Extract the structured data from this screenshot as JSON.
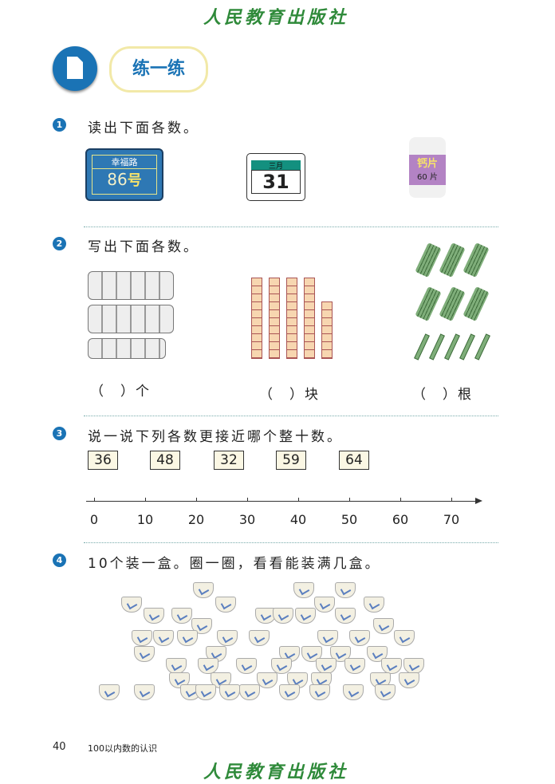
{
  "publisher": "人民教育出版社",
  "section": {
    "icon": "document-icon",
    "title": "练一练"
  },
  "q1": {
    "num": "1",
    "text": "读出下面各数。",
    "sign_top": "幸福路",
    "sign_num": "86",
    "sign_suffix": "号",
    "cal_month": "三月",
    "cal_day": "31",
    "bottle_label": "钙片",
    "bottle_count": "60 片"
  },
  "q2": {
    "num": "2",
    "text": "写出下面各数。",
    "blanks": [
      "（　）个",
      "（　）块",
      "（　）根"
    ]
  },
  "q3": {
    "num": "3",
    "text": "说一说下列各数更接近哪个整十数。",
    "numbers": [
      "36",
      "48",
      "32",
      "59",
      "64"
    ],
    "ticks": [
      "0",
      "10",
      "20",
      "30",
      "40",
      "50",
      "60",
      "70"
    ]
  },
  "q4": {
    "num": "4",
    "text": "10个装一盒。圈一圈，看看能装满几盒。"
  },
  "footer": {
    "page": "40",
    "chapter": "100以内数的认识"
  }
}
